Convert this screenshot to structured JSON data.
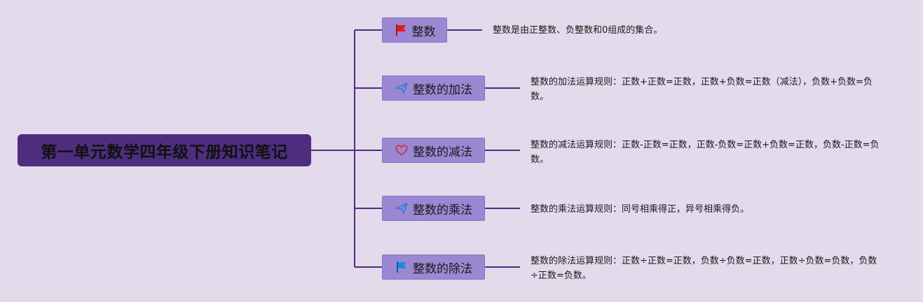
{
  "root": {
    "title": "第一单元数学四年级下册知识笔记"
  },
  "branches": [
    {
      "label": "整数",
      "icon": "red-flag-icon",
      "note": "整数是由正整数、负整数和0组成的集合。"
    },
    {
      "label": "整数的加法",
      "icon": "paper-plane-icon",
      "note": "整数的加法运算规则：正数+正数=正数，正数+负数=正数（减法），负数+负数=负数。"
    },
    {
      "label": "整数的减法",
      "icon": "heart-icon",
      "note": "整数的减法运算规则：正数-正数=正数，正数-负数=正数+负数=正数，负数-正数=负数。"
    },
    {
      "label": "整数的乘法",
      "icon": "paper-plane-icon",
      "note": "整数的乘法运算规则：同号相乘得正，异号相乘得负。"
    },
    {
      "label": "整数的除法",
      "icon": "blue-flag-icon",
      "note": "整数的除法运算规则：正数÷正数=正数，负数÷负数=正数，正数÷负数=负数，负数÷正数=负数。"
    }
  ],
  "colors": {
    "background": "#e3dbec",
    "root": "#4e2d7e",
    "branch": "#9b88d2",
    "line": "#4e2d7e"
  }
}
